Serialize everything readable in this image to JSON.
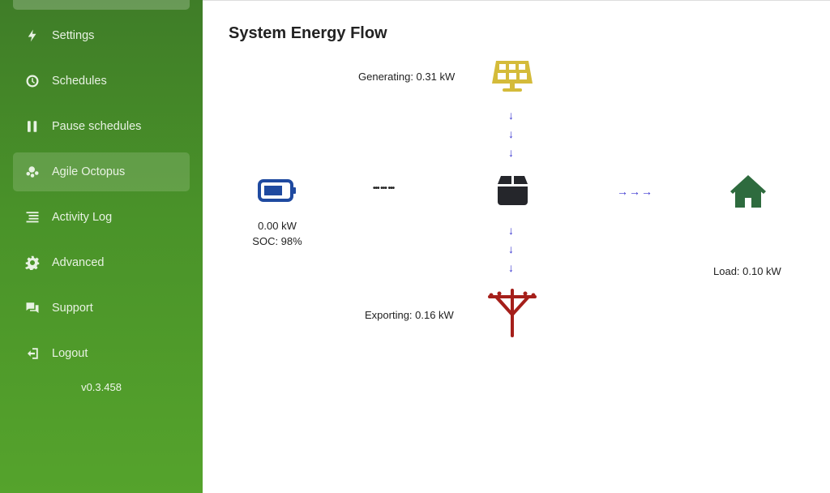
{
  "sidebar": {
    "items": [
      {
        "label": "Settings",
        "icon": "bolt-icon"
      },
      {
        "label": "Schedules",
        "icon": "clock-icon"
      },
      {
        "label": "Pause schedules",
        "icon": "pause-icon"
      },
      {
        "label": "Agile Octopus",
        "icon": "octopus-icon",
        "active": true
      },
      {
        "label": "Activity Log",
        "icon": "list-icon"
      },
      {
        "label": "Advanced",
        "icon": "gear-icon"
      },
      {
        "label": "Support",
        "icon": "comments-icon"
      },
      {
        "label": "Logout",
        "icon": "logout-icon"
      }
    ],
    "version": "v0.3.458"
  },
  "main": {
    "title": "System Energy Flow",
    "solar": {
      "label": "Generating: 0.31 kW",
      "color": "#d4bb3a"
    },
    "battery": {
      "power": "0.00 kW",
      "soc": "SOC: 98%",
      "color": "#1f4aa0"
    },
    "battery_flow": "••• ••• •••",
    "grid": {
      "label": "Exporting: 0.16 kW",
      "color": "#a51f1a"
    },
    "home": {
      "label": "Load: 0.10 kW",
      "color": "#2e6b3e"
    },
    "arrow_down": "↓",
    "arrow_right": "→",
    "flow_color": "#3a36d0"
  }
}
